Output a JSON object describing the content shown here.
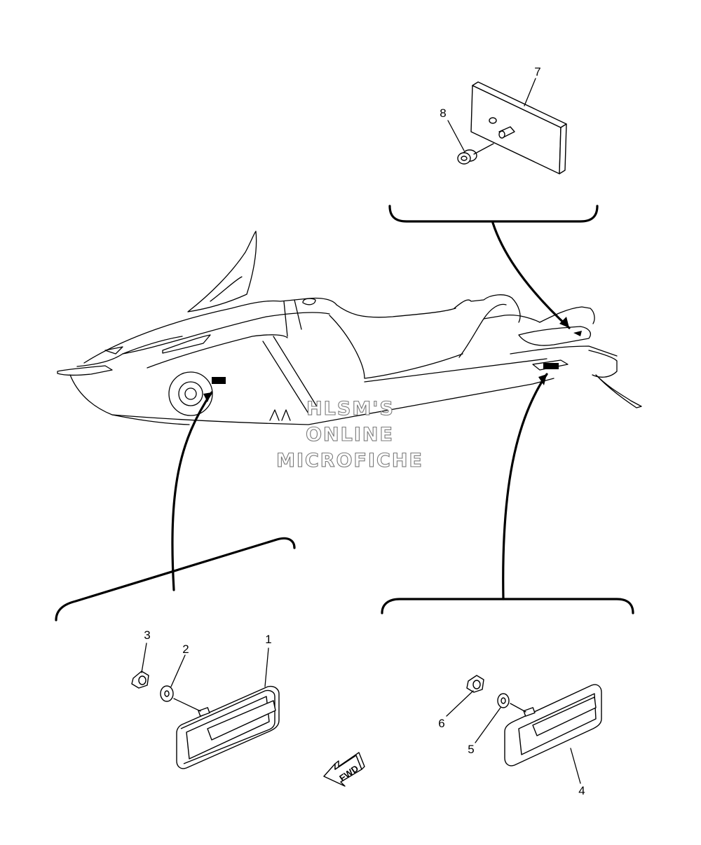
{
  "watermark": {
    "line1": "HLSM'S",
    "line2": "ONLINE",
    "line3": "MICROFICHE"
  },
  "forward_arrow_label": "FWD",
  "callouts": [
    {
      "id": "1",
      "label": "1"
    },
    {
      "id": "2",
      "label": "2"
    },
    {
      "id": "3",
      "label": "3"
    },
    {
      "id": "4",
      "label": "4"
    },
    {
      "id": "5",
      "label": "5"
    },
    {
      "id": "6",
      "label": "6"
    },
    {
      "id": "7",
      "label": "7"
    },
    {
      "id": "8",
      "label": "8"
    }
  ],
  "colors": {
    "line": "#000000",
    "background": "#ffffff",
    "watermark_outline": "#7a7a7a"
  }
}
